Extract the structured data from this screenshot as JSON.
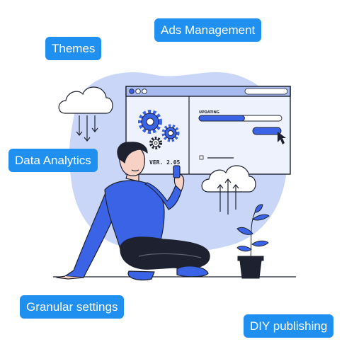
{
  "feature_tags": {
    "themes": "Themes",
    "ads_management": "Ads Management",
    "data_analytics": "Data Analytics",
    "granular_settings": "Granular settings",
    "diy_publishing": "DIY publishing"
  },
  "illustration": {
    "version_label": "VER. 2.05",
    "status_label": "UPDATING",
    "update_progress": 0.55
  },
  "colors": {
    "tag_background": "#1f8ff0",
    "accent_blue": "#3b63e6",
    "blob_light_blue": "#c9d6f7",
    "screen_fill": "#eef2fd",
    "outline": "#1e2230"
  },
  "icons": [
    "gear-icon",
    "cloud-download-icon",
    "cloud-upload-icon",
    "mouse-cursor-icon",
    "smartphone-icon",
    "potted-plant-icon"
  ]
}
